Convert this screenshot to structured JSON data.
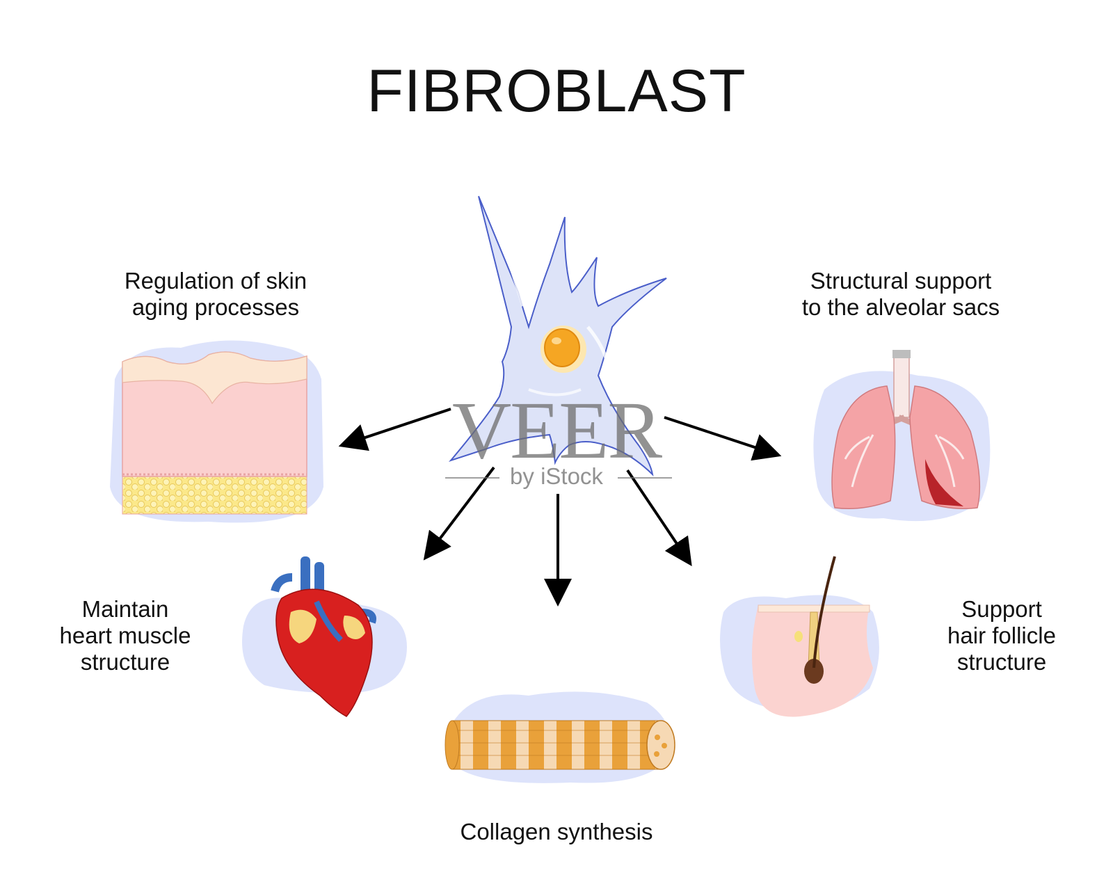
{
  "title": "FIBROBLAST",
  "center": {
    "name": "fibroblast-cell"
  },
  "functions": [
    {
      "id": "skin",
      "lines": [
        "Regulation of skin",
        "aging processes"
      ]
    },
    {
      "id": "lung",
      "lines": [
        "Structural support",
        "to the alveolar sacs"
      ]
    },
    {
      "id": "heart",
      "lines": [
        "Maintain",
        "heart muscle",
        "structure"
      ]
    },
    {
      "id": "hair",
      "lines": [
        "Support",
        "hair follicle",
        "structure"
      ]
    },
    {
      "id": "collagen",
      "lines": [
        "Collagen synthesis"
      ]
    }
  ],
  "watermark": {
    "main": "VEER",
    "sub": "by iStock"
  },
  "colors": {
    "cell_fill": "#dde3f8",
    "cell_stroke": "#4a5ec9",
    "nucleus": "#f5a623",
    "blob": "#dde3fb",
    "skin_pink": "#fbd0cf",
    "fat_yellow": "#fbe88a",
    "heart_red": "#d8201f",
    "vessel_blue": "#3a6fc0",
    "lung_pink": "#f4a3a6",
    "collagen_orange": "#e9a13a",
    "arrow": "#000000"
  }
}
